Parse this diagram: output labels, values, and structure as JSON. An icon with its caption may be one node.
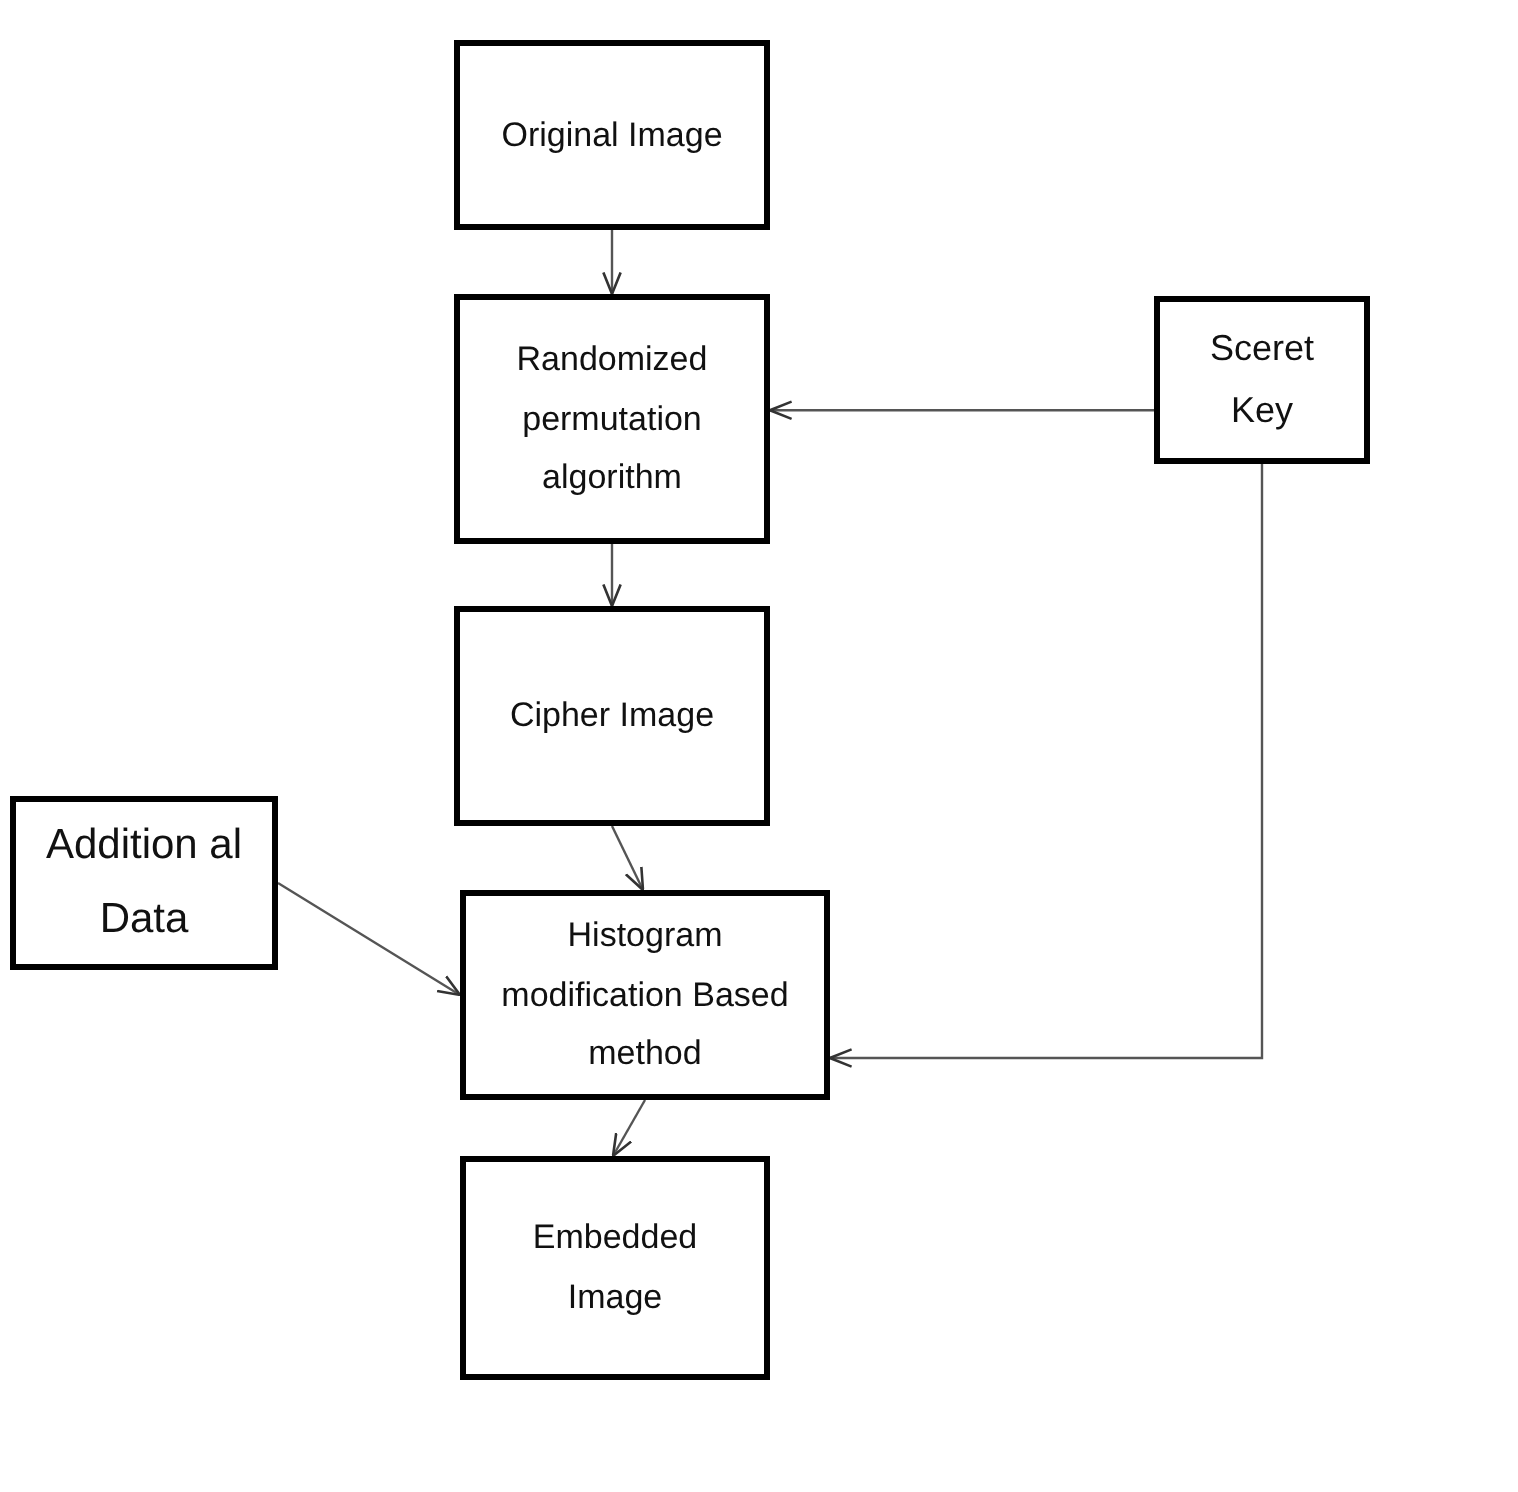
{
  "diagram": {
    "nodes": [
      {
        "text": [
          "Original Image"
        ]
      },
      {
        "text": [
          "Randomized permutation algorithm"
        ]
      },
      {
        "text": [
          "Sceret Key"
        ]
      },
      {
        "text": [
          "Cipher Image"
        ]
      },
      {
        "text": [
          "Addition al Data"
        ]
      },
      {
        "text": [
          "Histogram modification Based method"
        ]
      },
      {
        "text": [
          "Embedded Image"
        ]
      }
    ],
    "edges": [
      {
        "from": 0,
        "to": 1,
        "arrow": "to"
      },
      {
        "from": 2,
        "to": 1,
        "arrow": "to"
      },
      {
        "from": 1,
        "to": 3,
        "arrow": "to"
      },
      {
        "from": 3,
        "to": 5,
        "arrow": "to"
      },
      {
        "from": 4,
        "to": 5,
        "arrow": "to"
      },
      {
        "from": 2,
        "to": 5,
        "arrow": "to"
      },
      {
        "from": 5,
        "to": 6,
        "arrow": "to"
      }
    ]
  }
}
